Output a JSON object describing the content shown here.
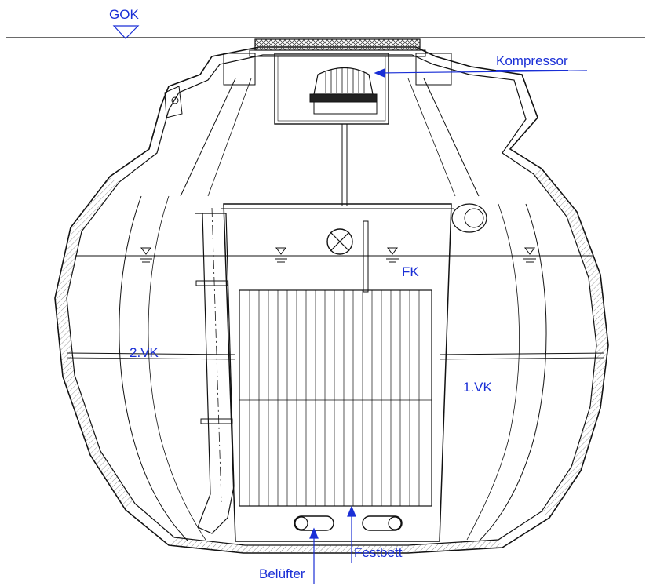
{
  "labels": {
    "ground": "GOK",
    "compressor": "Kompressor",
    "final_clarifier": "FK",
    "second_chamber": "2.VK",
    "first_chamber": "1.VK",
    "aerator": "Belüfter",
    "fixed_bed": "Festbett"
  },
  "colors": {
    "annotation": "#1a2fd6",
    "line": "#111111",
    "hatch": "#555555"
  }
}
